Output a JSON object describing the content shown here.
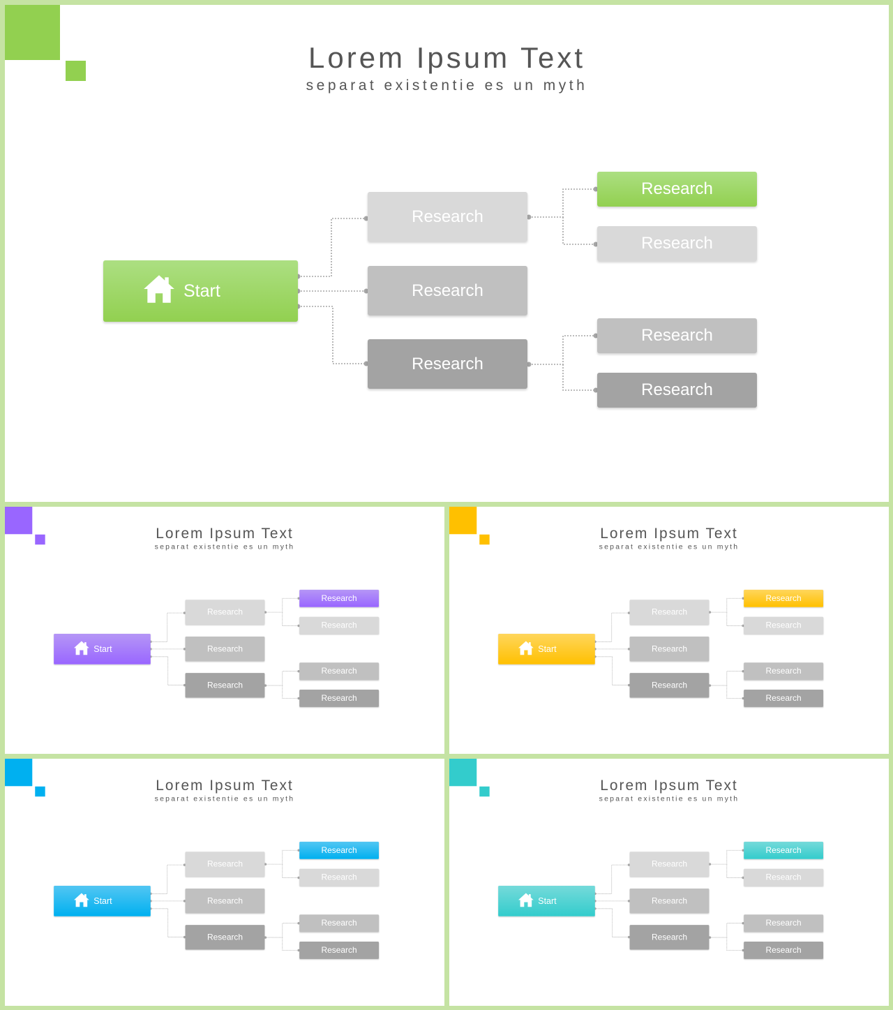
{
  "template": {
    "title": "Lorem Ipsum Text",
    "subtitle": "separat existentie es un myth",
    "start_label": "Start",
    "home_icon": "home-icon",
    "node_label": "Research"
  },
  "colors": {
    "background_frame": "#c5e3a3",
    "node_light": "#d9d9d9",
    "node_mid": "#c0c0c0",
    "node_dark": "#a3a3a3",
    "connector": "#a6a6a6"
  },
  "slides": [
    {
      "id": "green",
      "accent": "#92d050",
      "accent_light": "#acdf82"
    },
    {
      "id": "purple",
      "accent": "#9966ff",
      "accent_light": "#b596f6"
    },
    {
      "id": "yellow",
      "accent": "#ffc000",
      "accent_light": "#ffd65c"
    },
    {
      "id": "blue",
      "accent": "#00b0f0",
      "accent_light": "#52c6f2"
    },
    {
      "id": "teal",
      "accent": "#33cccc",
      "accent_light": "#75dada"
    }
  ]
}
